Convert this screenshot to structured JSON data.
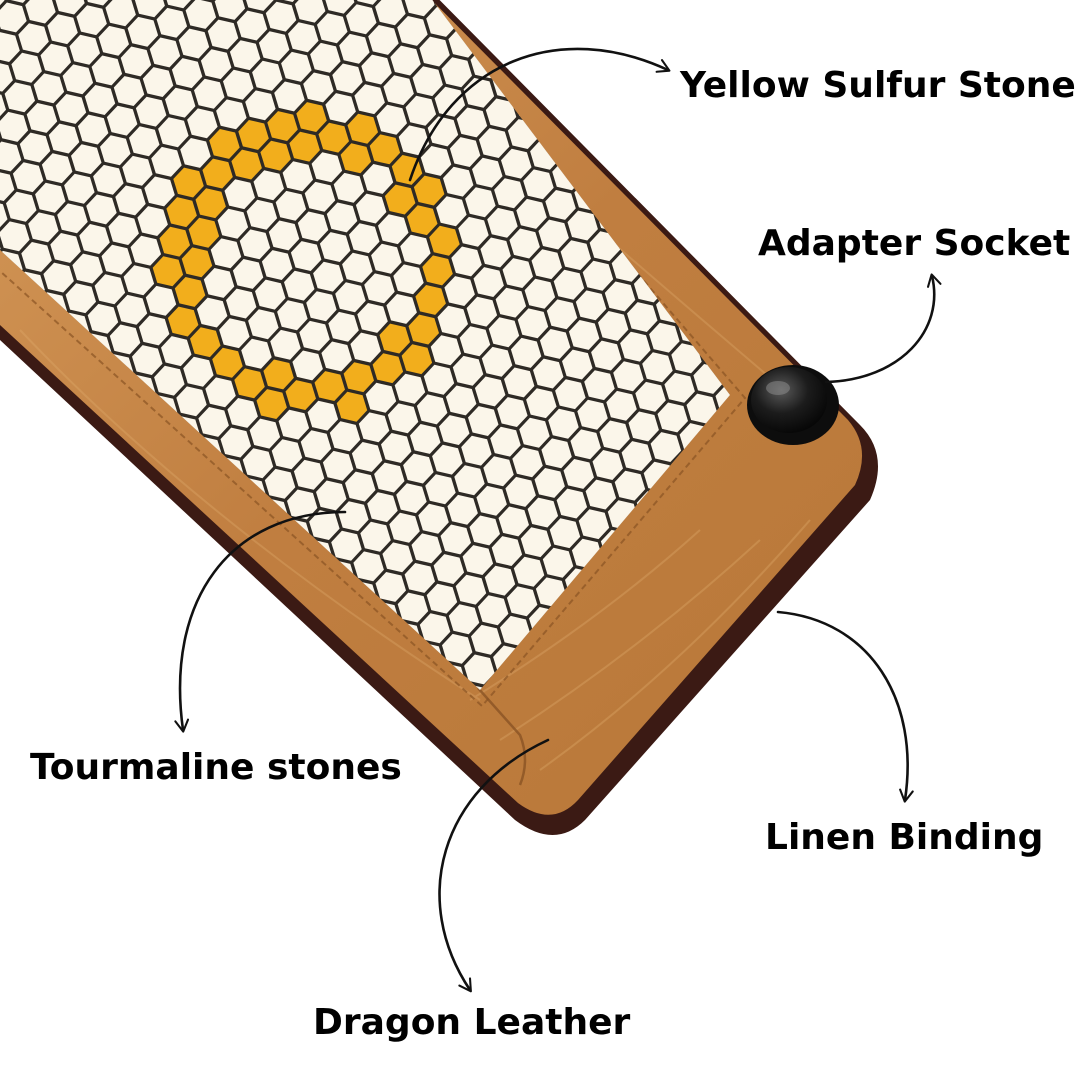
{
  "labels": {
    "yellow_sulfur_stone": "Yellow Sulfur Stone",
    "adapter_socket": "Adapter Socket",
    "tourmaline_stones": "Tourmaline stones",
    "linen_binding": "Linen Binding",
    "dragon_leather": "Dragon Leather"
  },
  "colors": {
    "background": "#ffffff",
    "binding": "#3b1a14",
    "leather": "#c8894a",
    "leather_dark": "#a86a35",
    "grid": "#2e2a25",
    "tourmaline_tile": "#fbf6ea",
    "sulfur_tile": "#f2ae1c",
    "socket": "#1a1a1a",
    "arrow": "#111111"
  }
}
